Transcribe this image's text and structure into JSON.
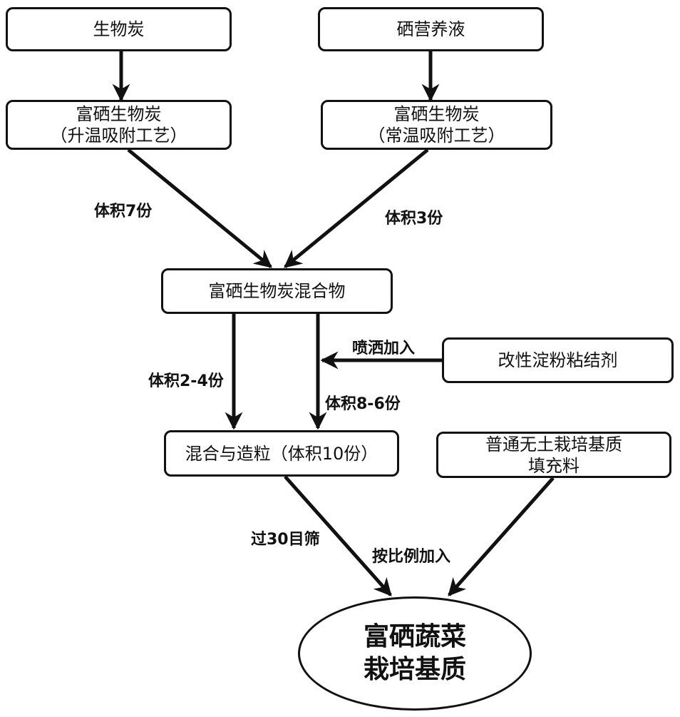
{
  "nodes": {
    "biochar": "生物炭",
    "se_solution": "硒营养液",
    "se_biochar_heat": {
      "line1": "富硒生物炭",
      "line2": "（升温吸附工艺）"
    },
    "se_biochar_room": {
      "line1": "富硒生物炭",
      "line2": "（常温吸附工艺）"
    },
    "mixture": "富硒生物炭混合物",
    "binder": "改性淀粉粘结剂",
    "granulation": "混合与造粒（体积10份）",
    "filler": {
      "line1": "普通无土栽培基质",
      "line2": "填充料"
    },
    "result": {
      "line1": "富硒蔬菜",
      "line2": "栽培基质"
    }
  },
  "edge_labels": {
    "vol7": "体积7份",
    "vol3": "体积3份",
    "spray": "喷洒加入",
    "vol2_4": "体积2-4份",
    "vol8_6": "体积8-6份",
    "sieve": "过30目筛",
    "ratio": "按比例加入"
  }
}
